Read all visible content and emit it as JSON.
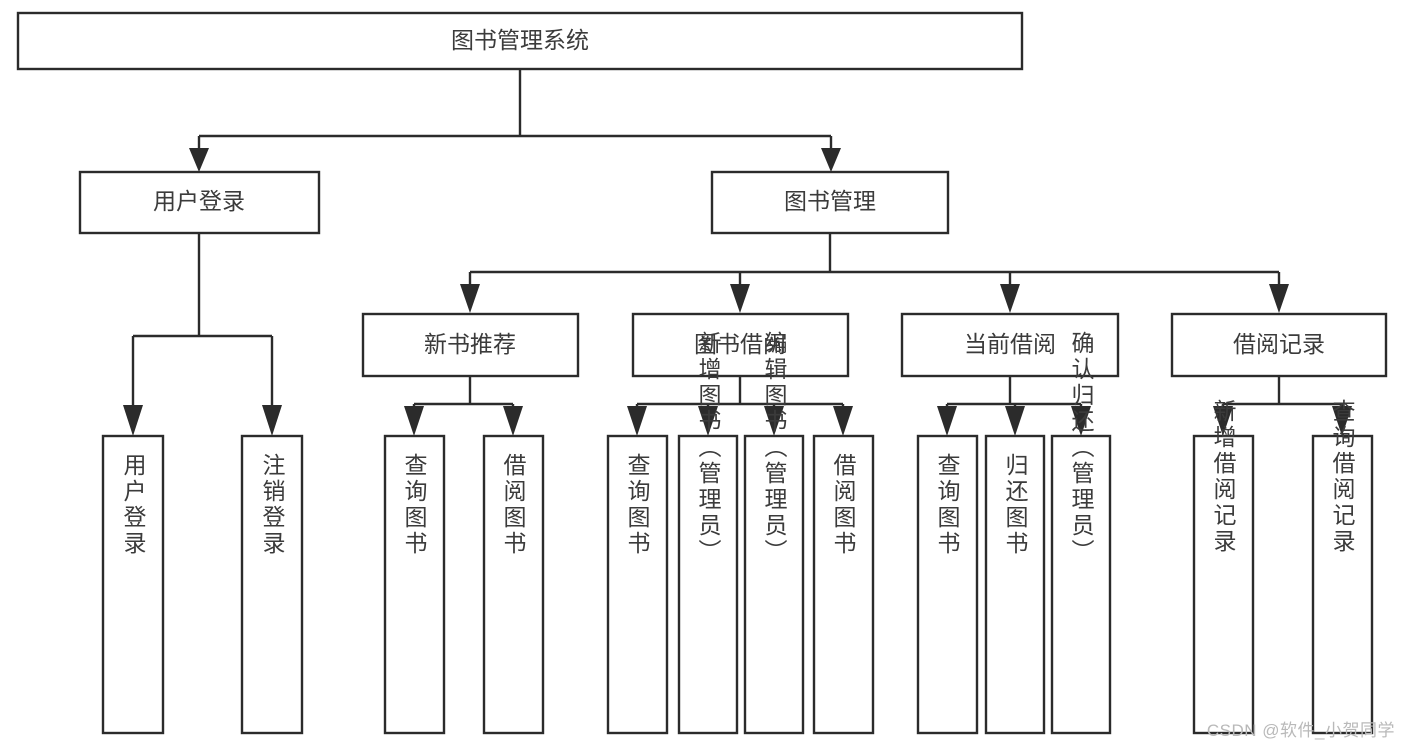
{
  "diagram": {
    "type": "tree",
    "title": "图书管理系统",
    "orientation": "top-down",
    "colors": {
      "stroke": "#2b2b2b",
      "box_fill": "#ffffff",
      "text": "#3b3b3b",
      "background": "#ffffff",
      "watermark": "#b9b9b9"
    },
    "levels": 4,
    "root": {
      "id": "root",
      "label": "图书管理系统",
      "orientation": "horizontal"
    },
    "level2": [
      {
        "id": "user-login",
        "label": "用户登录",
        "orientation": "horizontal"
      },
      {
        "id": "book-manage",
        "label": "图书管理",
        "orientation": "horizontal"
      }
    ],
    "level3": [
      {
        "id": "new-book-recommend",
        "label": "新书推荐",
        "orientation": "horizontal",
        "parent": "book-manage"
      },
      {
        "id": "book-borrow",
        "label": "图书借阅",
        "orientation": "horizontal",
        "parent": "book-manage"
      },
      {
        "id": "current-borrow",
        "label": "当前借阅",
        "orientation": "horizontal",
        "parent": "book-manage"
      },
      {
        "id": "borrow-record",
        "label": "借阅记录",
        "orientation": "horizontal",
        "parent": "book-manage"
      }
    ],
    "leaves": [
      {
        "id": "leaf-user-login",
        "label": "用户登录",
        "orientation": "vertical",
        "parent": "user-login"
      },
      {
        "id": "leaf-user-logout",
        "label": "注销登录",
        "orientation": "vertical",
        "parent": "user-login"
      },
      {
        "id": "leaf-query-book-1",
        "label": "查询图书",
        "orientation": "vertical",
        "parent": "new-book-recommend"
      },
      {
        "id": "leaf-borrow-book-1",
        "label": "借阅图书",
        "orientation": "vertical",
        "parent": "new-book-recommend"
      },
      {
        "id": "leaf-query-book-2",
        "label": "查询图书",
        "orientation": "vertical",
        "parent": "book-borrow"
      },
      {
        "id": "leaf-add-book",
        "label": "新增图书（管理员）",
        "orientation": "vertical",
        "parent": "book-borrow"
      },
      {
        "id": "leaf-edit-book",
        "label": "编辑图书（管理员）",
        "orientation": "vertical",
        "parent": "book-borrow"
      },
      {
        "id": "leaf-borrow-book-2",
        "label": "借阅图书",
        "orientation": "vertical",
        "parent": "book-borrow"
      },
      {
        "id": "leaf-query-book-3",
        "label": "查询图书",
        "orientation": "vertical",
        "parent": "current-borrow"
      },
      {
        "id": "leaf-return-book",
        "label": "归还图书",
        "orientation": "vertical",
        "parent": "current-borrow"
      },
      {
        "id": "leaf-confirm-return",
        "label": "确认归还（管理员）",
        "orientation": "vertical",
        "parent": "current-borrow"
      },
      {
        "id": "leaf-add-record",
        "label": "新增借阅记录",
        "orientation": "vertical",
        "parent": "borrow-record"
      },
      {
        "id": "leaf-query-record",
        "label": "查询借阅记录",
        "orientation": "vertical",
        "parent": "borrow-record"
      }
    ]
  },
  "watermark": {
    "text": "CSDN @软件_小贺同学"
  }
}
